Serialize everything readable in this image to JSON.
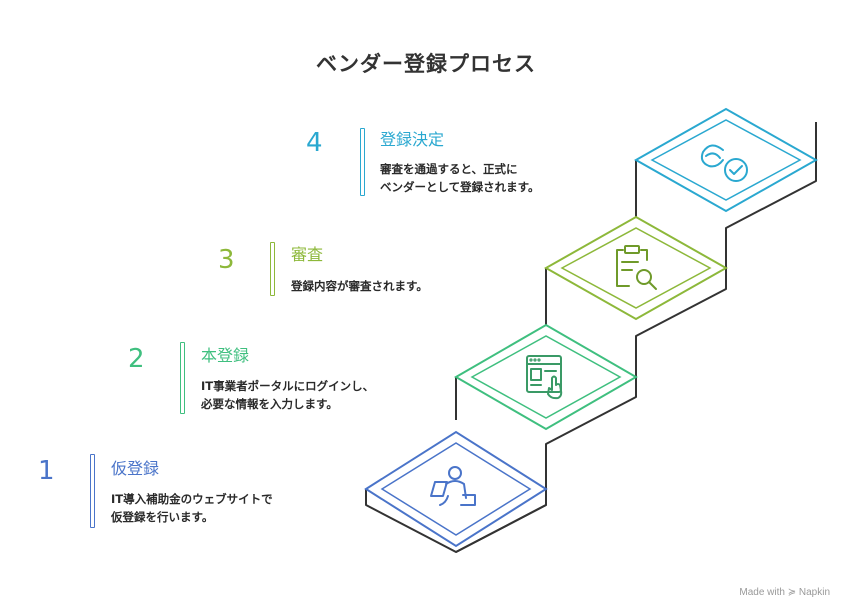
{
  "title": "ベンダー登録プロセス",
  "steps": [
    {
      "number": "1",
      "heading": "仮登録",
      "lines": [
        "IT導入補助金のウェブサイトで",
        "仮登録を行います。"
      ],
      "color": "#4a74c9",
      "icon": "user-at-laptop-icon"
    },
    {
      "number": "2",
      "heading": "本登録",
      "lines": [
        "IT事業者ポータルにログインし、",
        "必要な情報を入力します。"
      ],
      "color": "#3fbf7f",
      "icon": "web-form-click-icon"
    },
    {
      "number": "3",
      "heading": "審査",
      "lines": [
        "登録内容が審査されます。"
      ],
      "color": "#8db83a",
      "icon": "clipboard-search-icon"
    },
    {
      "number": "4",
      "heading": "登録決定",
      "lines": [
        "審査を通過すると、正式に",
        "ベンダーとして登録されます。"
      ],
      "color": "#2aa8d0",
      "icon": "approved-check-icon"
    }
  ],
  "watermark": "Made with ≽ Napkin"
}
